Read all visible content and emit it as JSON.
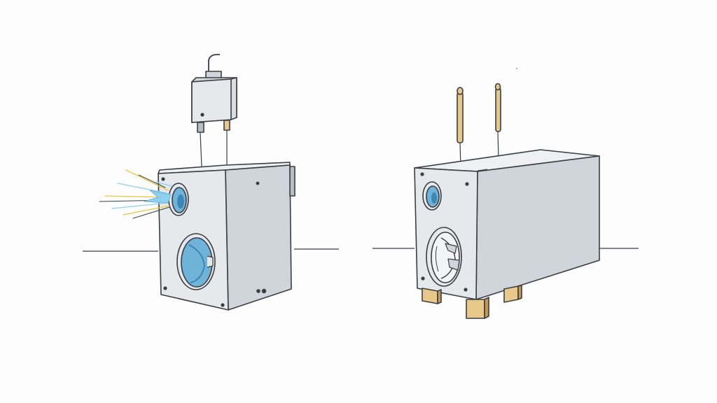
{
  "colors": {
    "background": "#fdfdfd",
    "ink": "#3a3e44",
    "box_front": "#e6e9ec",
    "box_side": "#cfd5db",
    "box_top": "#eef0f2",
    "port_blue": "#6fb3d8",
    "port_blue_dark": "#3d86b5",
    "wood": "#e8c98a",
    "wood_dark": "#c69a4e",
    "spark_yellow": "#e9c53a",
    "spark_blue": "#8fd0f0"
  },
  "figures": [
    {
      "name": "speaker-box-with-top-module",
      "icons": [
        "top-module",
        "port-tube",
        "sound-burst",
        "woofer-opening"
      ]
    },
    {
      "name": "speaker-box-on-wood-feet",
      "icons": [
        "antenna-rods",
        "port-tube",
        "open-driver-cavity",
        "wood-feet"
      ]
    }
  ]
}
